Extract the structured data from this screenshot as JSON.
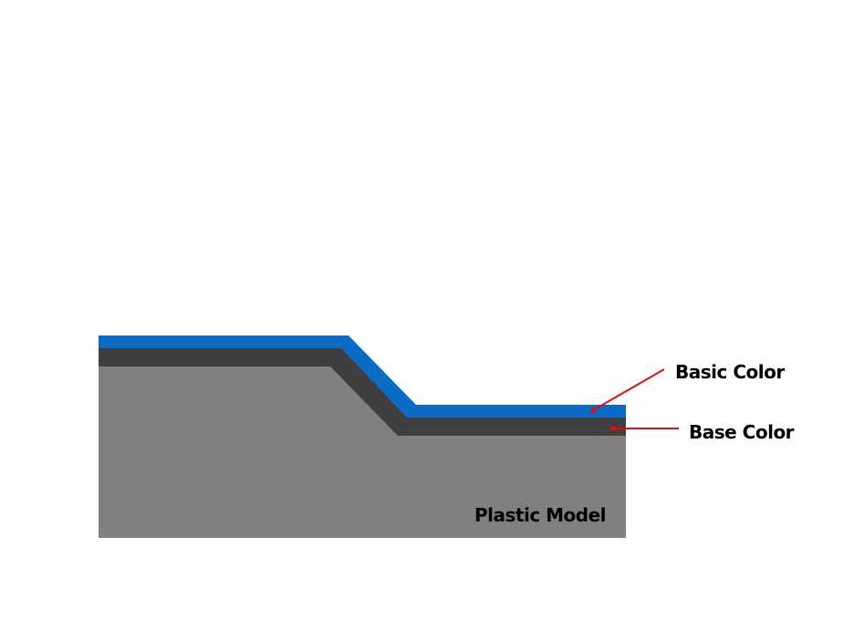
{
  "colors": {
    "plastic": "#808080",
    "base": "#3f3f3f",
    "basic": "#0a6cc4",
    "pointer": "#dd1010",
    "label": "#000000"
  },
  "labels": {
    "basic_color": "Basic Color",
    "base_color": "Base Color",
    "plastic_model": "Plastic Model"
  }
}
